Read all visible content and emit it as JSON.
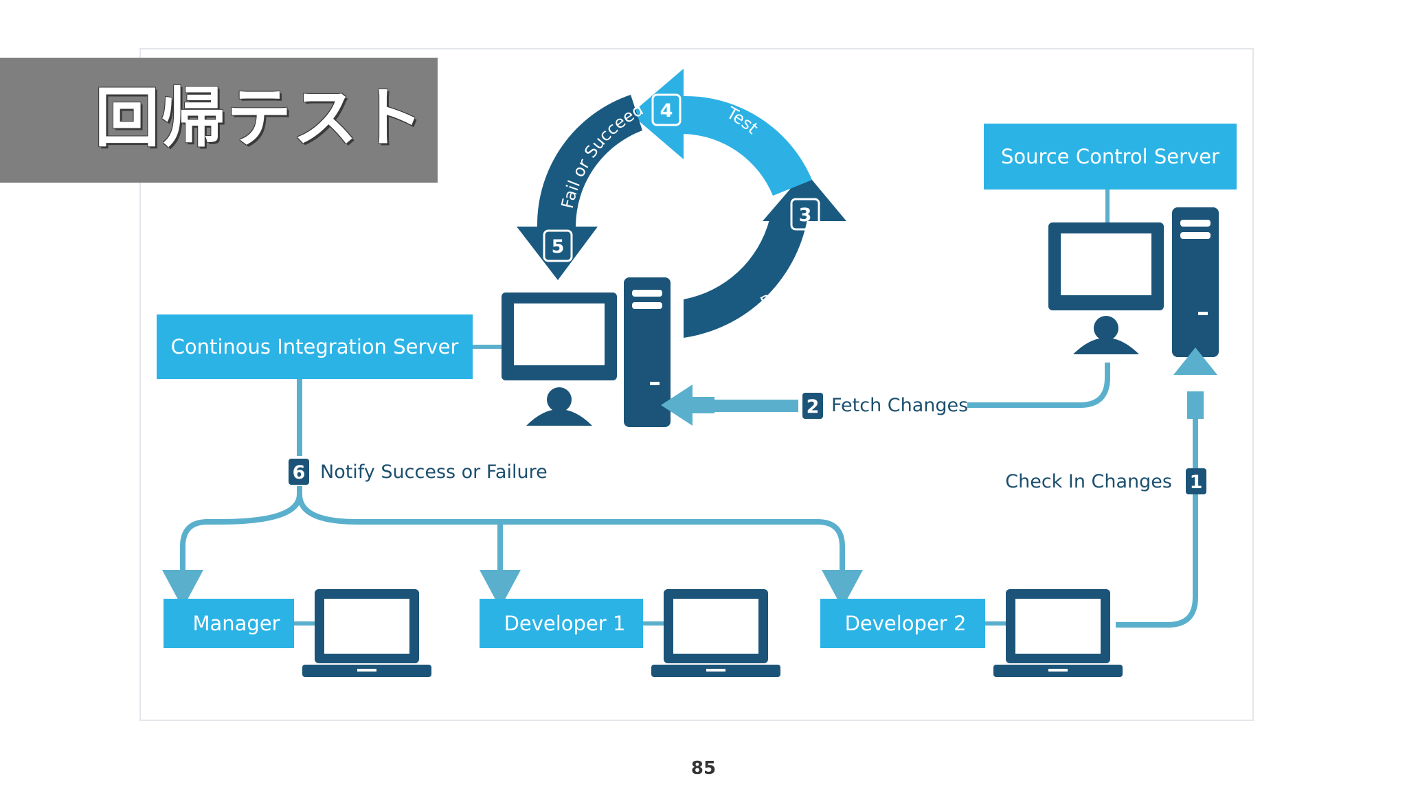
{
  "title": "回帰テスト",
  "page_number": "85",
  "colors": {
    "box_blue": "#2bb3e6",
    "dark_navy": "#1b5478",
    "light_arrow": "#5ab0cc",
    "cycle_light": "#2db1e4",
    "cycle_dark": "#1a5a80",
    "banner_gray": "#7f7f7f"
  },
  "nodes": {
    "ci_server": "Continous Integration Server",
    "source_server": "Source Control Server",
    "manager": "Manager",
    "developer1": "Developer 1",
    "developer2": "Developer 2"
  },
  "steps": [
    {
      "num": "1",
      "label": "Check In Changes"
    },
    {
      "num": "2",
      "label": "Fetch Changes"
    },
    {
      "num": "3",
      "label": "Build"
    },
    {
      "num": "4",
      "label": "Test"
    },
    {
      "num": "5",
      "label": "Fail or Succeed"
    },
    {
      "num": "6",
      "label": "Notify Success or Failure"
    }
  ],
  "icons": [
    "desktop-computer-icon",
    "user-icon",
    "tower-pc-icon",
    "laptop-icon"
  ]
}
